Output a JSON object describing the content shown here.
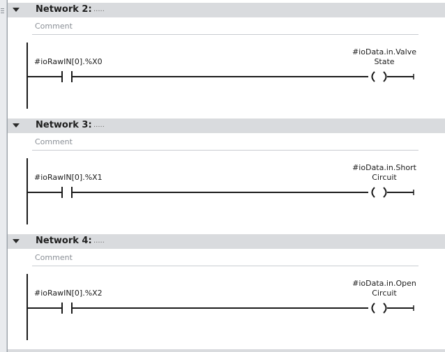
{
  "networks": [
    {
      "title": "Network 2:",
      "dots": ".....",
      "comment_placeholder": "Comment",
      "contact": "#ioRawIN[0].%X0",
      "coil_line1": "#ioData.in.Valve",
      "coil_line2": "State"
    },
    {
      "title": "Network 3:",
      "dots": ".....",
      "comment_placeholder": "Comment",
      "contact": "#ioRawIN[0].%X1",
      "coil_line1": "#ioData.in.Short",
      "coil_line2": "Circuit"
    },
    {
      "title": "Network 4:",
      "dots": ".....",
      "comment_placeholder": "Comment",
      "contact": "#ioRawIN[0].%X2",
      "coil_line1": "#ioData.in.Open",
      "coil_line2": "Circuit"
    }
  ],
  "icons": {
    "collapse": "triangle-down-icon",
    "contact": "no-contact-icon",
    "coil": "coil-icon"
  },
  "colors": {
    "header_bg": "#d9dbde",
    "ink": "#1a1a1a",
    "comment_text": "#8a8f96"
  }
}
